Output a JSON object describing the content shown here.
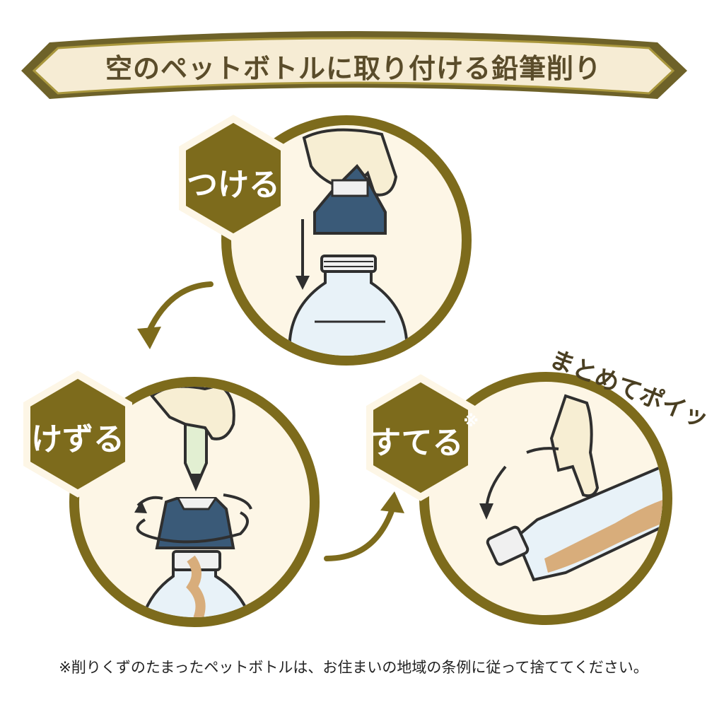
{
  "banner": {
    "title": "空のペットボトルに取り付ける鉛筆削り"
  },
  "steps": [
    {
      "label": "つける"
    },
    {
      "label": "けずる"
    },
    {
      "label": "すてる",
      "mark": "※"
    }
  ],
  "callout": "まとめてポイッ!",
  "footnote": "※削りくずのたまったペットボトルは、お住まいの地域の条例に従って捨ててください。",
  "colors": {
    "gold": "#7d6b1c",
    "cream": "#fdf6e6",
    "bottle": "#e8f2f8",
    "cap": "#3a5a78",
    "skin": "#f7eed3",
    "shavings": "#d8ad7b",
    "ribbon": "#f6ecd4"
  },
  "icons": [
    "hand-icon",
    "sharpener-icon",
    "bottle-icon",
    "pencil-icon",
    "arrow-icon",
    "rotate-icon"
  ]
}
